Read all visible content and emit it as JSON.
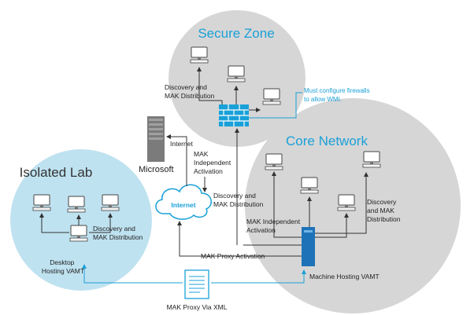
{
  "zones": {
    "secure": "Secure Zone",
    "core": "Core Network",
    "isolated": "Isolated Lab"
  },
  "nodes": {
    "microsoft": "Microsoft",
    "internet": "Internet",
    "desktop_hosting": [
      "Desktop",
      "Hosting VAMT"
    ],
    "machine_hosting": "Machine Hosting VAMT",
    "proxy_xml": "MAK Proxy Via XML"
  },
  "labels": {
    "secure_discovery": [
      "Discovery and",
      "MAK Distribution"
    ],
    "firewall_note": [
      "Must configure firewalls",
      "to allow WMI."
    ],
    "internet_link": "Internet",
    "mak_independent_1": [
      "MAK",
      "Independent",
      "Activation"
    ],
    "core_discovery_left": [
      "Discovery and",
      "MAK Distribution"
    ],
    "mak_independent_2": [
      "MAK Independent",
      "Activation"
    ],
    "core_discovery_right": [
      "Discovery",
      "and MAK",
      "Distribution"
    ],
    "isolated_discovery": [
      "Discovery and",
      "MAK Distribution"
    ],
    "mak_proxy": "MAK Proxy Activation"
  },
  "colors": {
    "zone_gray": "#d6d6d6",
    "zone_blue": "#bfe2f0",
    "accent": "#1aa0d8",
    "line": "#333333",
    "dark_blue": "#1e72b8"
  }
}
